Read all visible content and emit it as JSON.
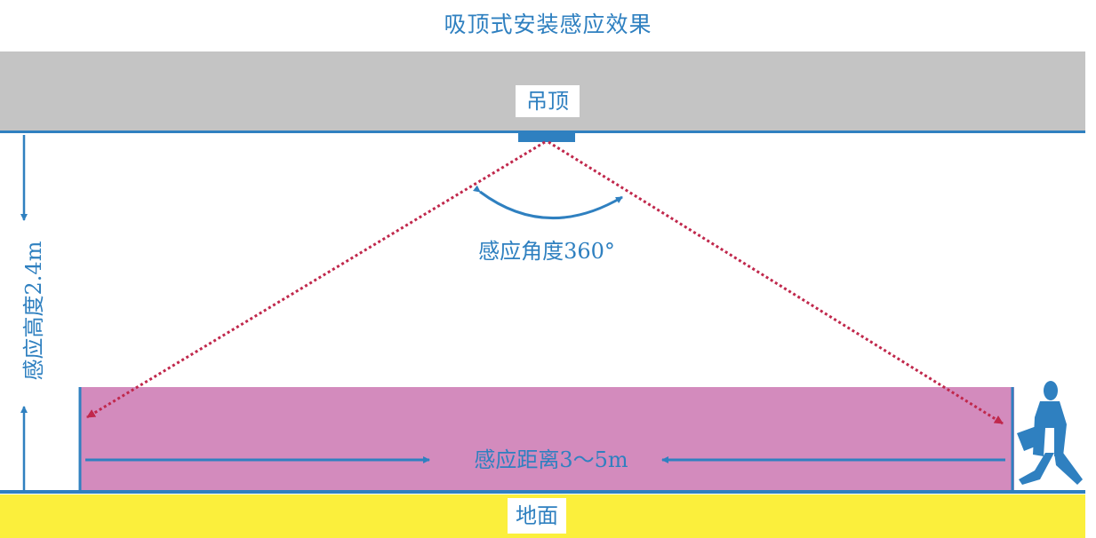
{
  "title": "吸顶式安装感应效果",
  "ceiling": {
    "label": "吊顶",
    "color": "#c4c4c4"
  },
  "floor": {
    "label": "地面",
    "color": "#fbef3c"
  },
  "detection_zone": {
    "color": "#d38bbd"
  },
  "sensor": {
    "icon": "ceiling-sensor-icon",
    "color": "#2f80c0"
  },
  "annotations": {
    "angle": "感应角度360°",
    "height": "感应高度2.4m",
    "distance": "感应距离3～5m"
  },
  "person": {
    "icon": "walking-person-icon"
  },
  "accent_color": "#2f80c0",
  "beam_color": "#c0284c"
}
